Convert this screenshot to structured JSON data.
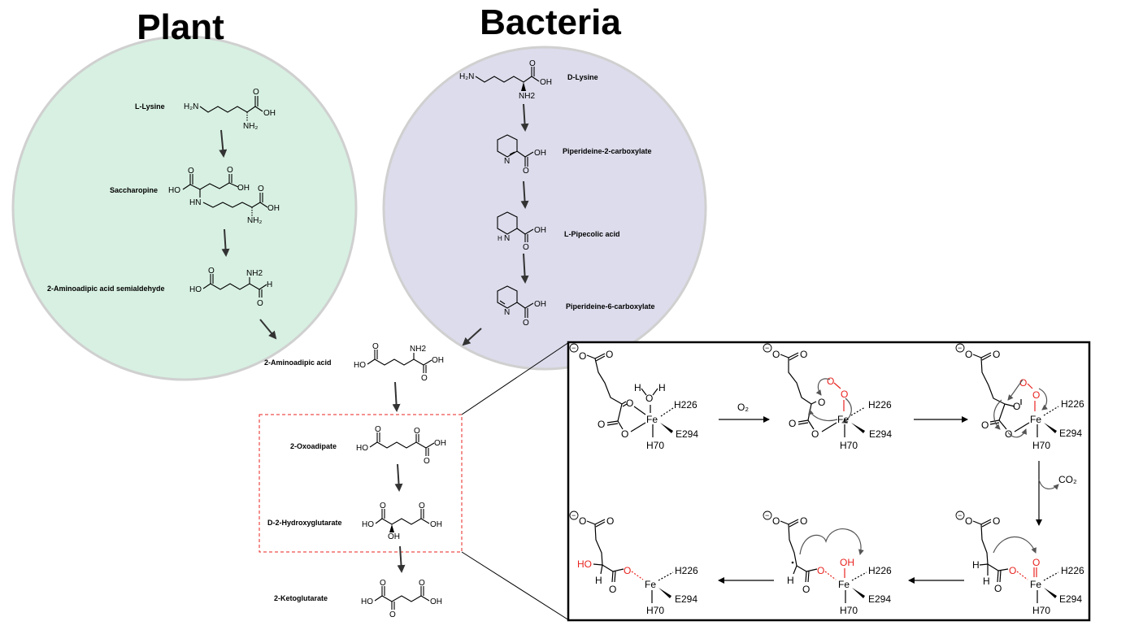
{
  "titles": {
    "plant": "Plant",
    "bacteria": "Bacteria"
  },
  "colors": {
    "plant_circle": "#d7f0e2",
    "bacteria_circle": "#dcdcec",
    "circle_edge": "#d0d0d0",
    "dashed_box": "#e8231f",
    "red_atoms": "#e8231f"
  },
  "plant": {
    "lysine": "L-Lysine",
    "saccharopine": "Saccharopine",
    "semialdehyde": "2-Aminoadipic acid semialdehyde"
  },
  "bacteria": {
    "d_lysine": "D-Lysine",
    "p2c": "Piperideine-2-carboxylate",
    "pipecolic": "L-Pipecolic acid",
    "p6c": "Piperideine-6-carboxylate"
  },
  "common": {
    "aminoadipic": "2-Aminoadipic acid",
    "oxoadipate": "2-Oxoadipate",
    "hydroxyglutarate": "D-2-Hydroxyglutarate",
    "ketoglutarate": "2-Ketoglutarate"
  },
  "atoms": {
    "h2n": "H₂N",
    "nh2": "NH₂",
    "nh2_plain": "NH2",
    "oh": "OH",
    "ho": "HO",
    "o": "O",
    "n": "N",
    "h": "H",
    "hn": "HN",
    "nh_h": "H"
  },
  "mechanism": {
    "fe": "Fe",
    "h226": "H226",
    "e294": "E294",
    "h70": "H70",
    "o2": "O₂",
    "co2": "CO₂",
    "o": "O",
    "oh": "OH",
    "h": "H",
    "ho": "HO",
    "minus": "−",
    "water_h": "H",
    "water_o": "O",
    "water_h2": "H"
  }
}
